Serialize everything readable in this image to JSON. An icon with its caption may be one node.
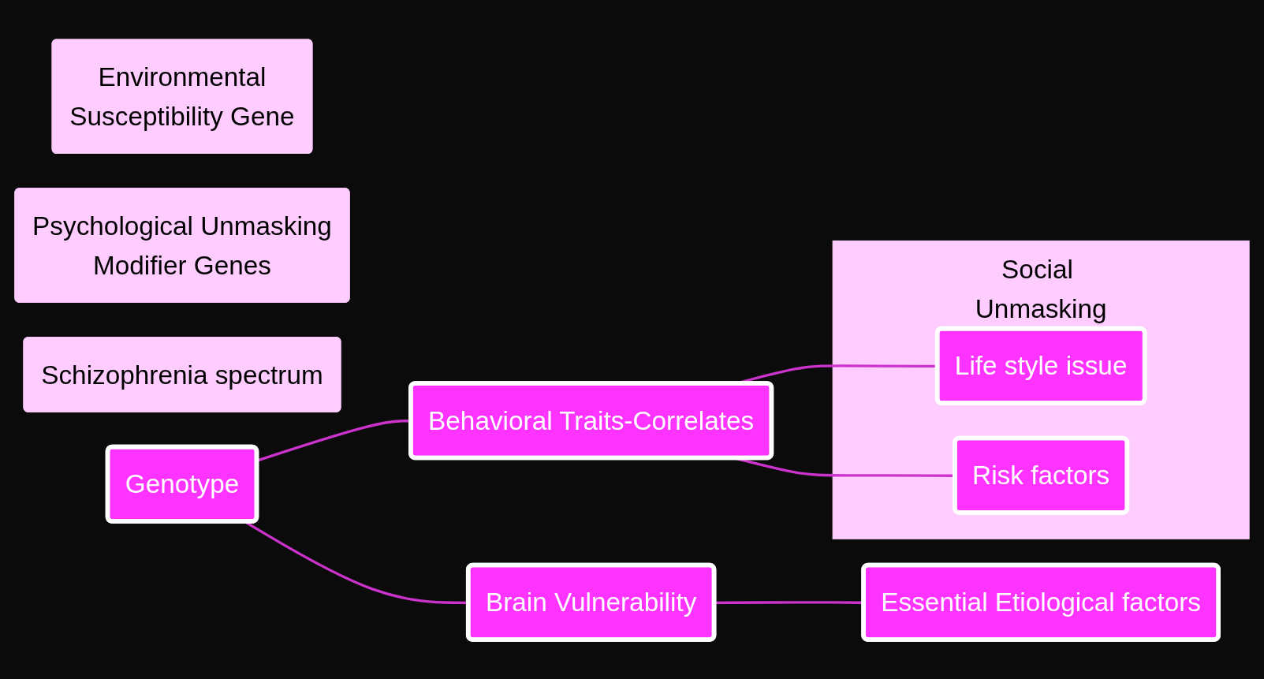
{
  "diagram": {
    "nodes": [
      {
        "text": [
          "Environmental",
          "Susceptibility Gene"
        ]
      },
      {
        "text": [
          "Psychological Unmasking",
          "Modifier Genes"
        ]
      },
      {
        "text": [
          "Social Unmasking"
        ]
      },
      {
        "text": [
          "Life style issue"
        ],
        "in": 2
      },
      {
        "text": [
          "Risk factors"
        ],
        "in": 2
      },
      {
        "text": [
          "Schizophrenia spectrum"
        ]
      },
      {
        "text": [
          "Genotype"
        ]
      },
      {
        "text": [
          "Behavioral Traits-Correlates"
        ]
      },
      {
        "text": [
          "Brain Vulnerability"
        ]
      },
      {
        "text": [
          "Essential Etiological factors"
        ]
      }
    ],
    "edges": [
      {
        "from": 6,
        "to": 7,
        "arrow": "none"
      },
      {
        "from": 6,
        "to": 8,
        "arrow": "none"
      },
      {
        "from": 7,
        "to": 3,
        "arrow": "none"
      },
      {
        "from": 7,
        "to": 4,
        "arrow": "none"
      },
      {
        "from": 8,
        "to": 9,
        "arrow": "none"
      }
    ]
  }
}
